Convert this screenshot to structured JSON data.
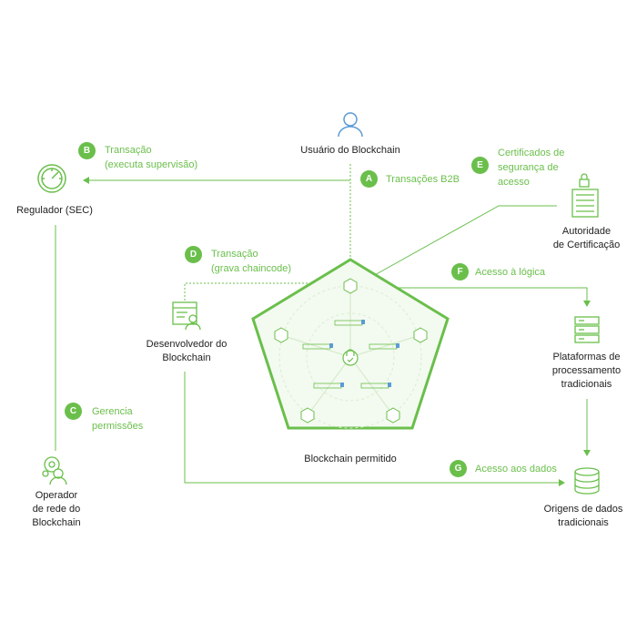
{
  "colors": {
    "accent": "#6abf4b",
    "accent_light": "#d8eed0",
    "icon": "#5b9bd5",
    "text": "#222222"
  },
  "nodes": {
    "user": "Usuário do Blockchain",
    "regulator": "Regulador (SEC)",
    "ca_line1": "Autoridade",
    "ca_line2": "de Certificação",
    "developer_line1": "Desenvolvedor do",
    "developer_line2": "Blockchain",
    "platforms_line1": "Plataformas de",
    "platforms_line2": "processamento",
    "platforms_line3": "tradicionais",
    "operator_line1": "Operador",
    "operator_line2": "de rede do",
    "operator_line3": "Blockchain",
    "datasources_line1": "Origens de dados",
    "datasources_line2": "tradicionais",
    "blockchain": "Blockchain permitido"
  },
  "steps": {
    "a": {
      "letter": "A",
      "text": "Transações B2B"
    },
    "b": {
      "letter": "B",
      "line1": "Transação",
      "line2": "(executa supervisão)"
    },
    "c": {
      "letter": "C",
      "line1": "Gerencia",
      "line2": "permissões"
    },
    "d": {
      "letter": "D",
      "line1": "Transação",
      "line2": "(grava chaincode)"
    },
    "e": {
      "letter": "E",
      "line1": "Certificados de",
      "line2": "segurança de",
      "line3": "acesso"
    },
    "f": {
      "letter": "F",
      "text": "Acesso à lógica"
    },
    "g": {
      "letter": "G",
      "text": "Acesso aos dados"
    }
  }
}
